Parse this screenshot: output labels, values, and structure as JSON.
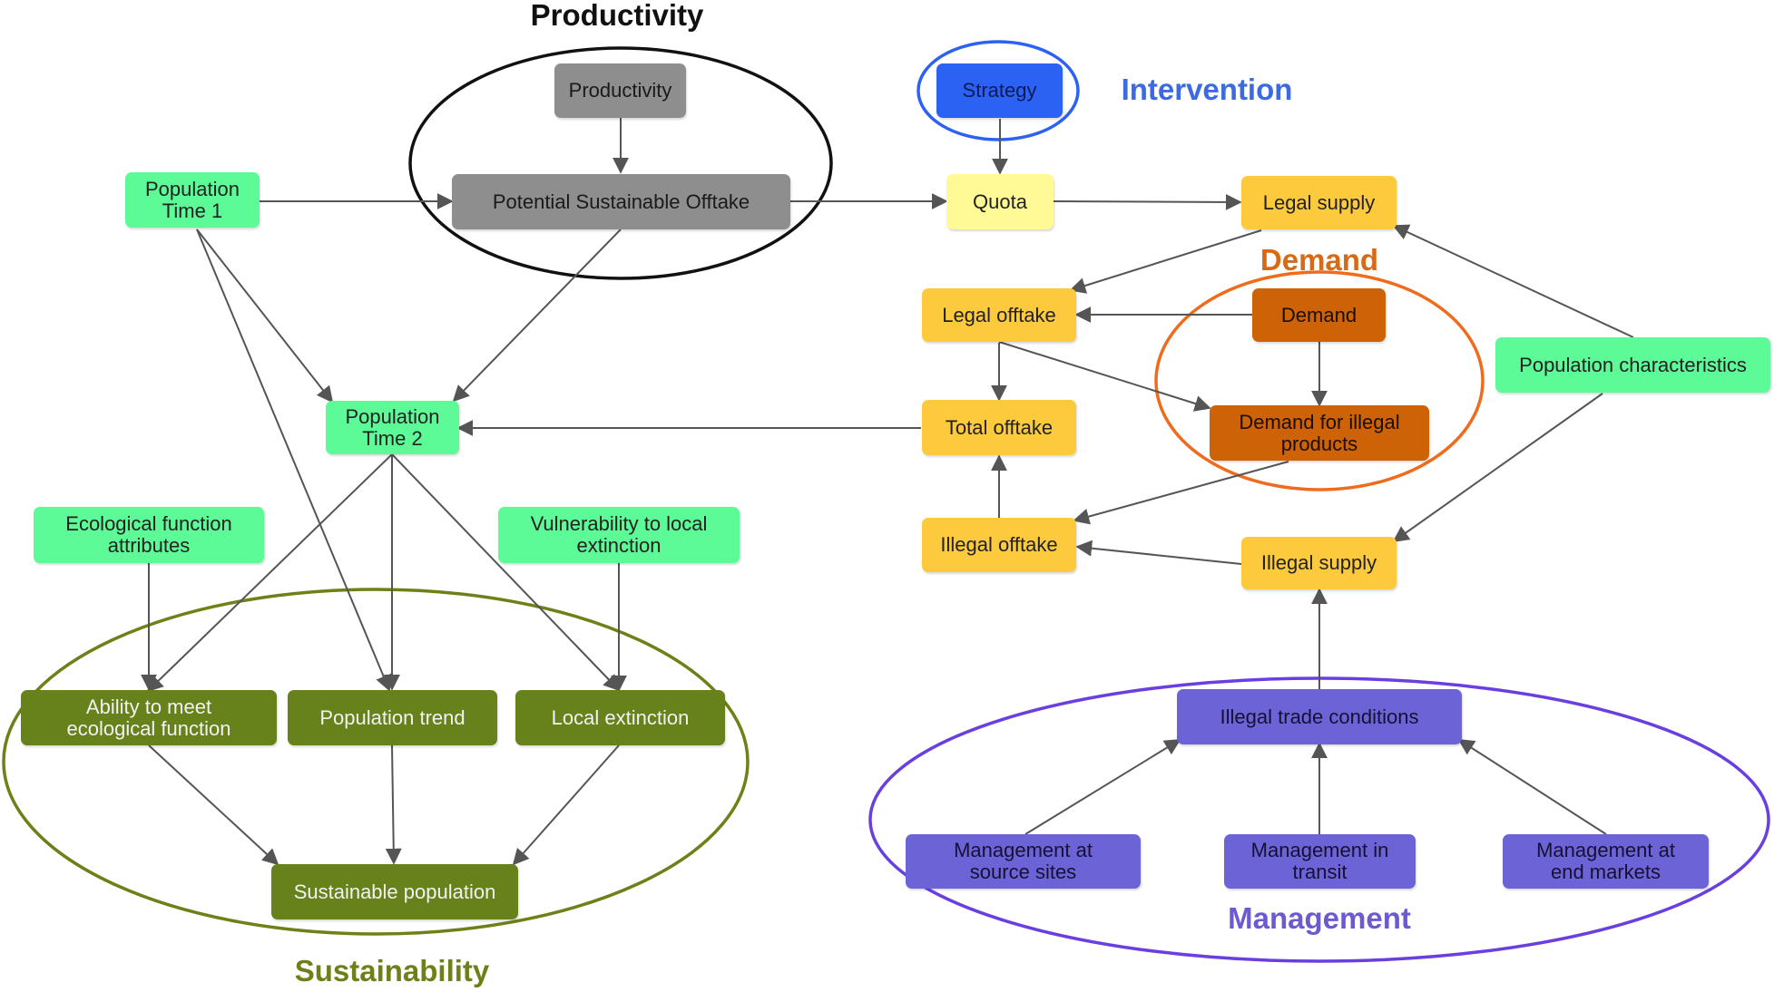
{
  "groups": {
    "productivity": "Productivity",
    "intervention": "Intervention",
    "demand": "Demand",
    "management": "Management",
    "sustainability": "Sustainability"
  },
  "nodes": {
    "productivity": "Productivity",
    "potential_sustainable_offtake": "Potential Sustainable Offtake",
    "population_time1": "Population\nTime 1",
    "population_time2": "Population\nTime 2",
    "strategy": "Strategy",
    "quota": "Quota",
    "legal_supply": "Legal supply",
    "legal_offtake": "Legal offtake",
    "demand": "Demand",
    "demand_illegal": "Demand for illegal\nproducts",
    "total_offtake": "Total offtake",
    "illegal_offtake": "Illegal offtake",
    "illegal_supply": "Illegal supply",
    "population_characteristics": "Population characteristics",
    "ecological_attributes": "Ecological function\nattributes",
    "vulnerability": "Vulnerability to local\nextinction",
    "ability_ecological": "Ability to meet\necological function",
    "population_trend": "Population trend",
    "local_extinction": "Local extinction",
    "sustainable_population": "Sustainable population",
    "illegal_trade_conditions": "Illegal trade conditions",
    "mgmt_source": "Management at\nsource sites",
    "mgmt_transit": "Management in\ntransit",
    "mgmt_end": "Management at\nend markets"
  },
  "colors": {
    "population_nodes": "#5dfa98",
    "sustainability_nodes": "#67811b",
    "productivity_nodes": "#8e8e8e",
    "strategy_node": "#2c62f3",
    "quota_node": "#fffa96",
    "offtake_nodes": "#fcca3c",
    "demand_nodes": "#cd6206",
    "management_nodes": "#6c64d6",
    "productivity_ring": "#111111",
    "intervention_ring": "#2c62f3",
    "demand_ring": "#ef6c1c",
    "management_ring": "#6a3fe0",
    "sustainability_ring": "#6e8018",
    "arrow": "#555555"
  }
}
